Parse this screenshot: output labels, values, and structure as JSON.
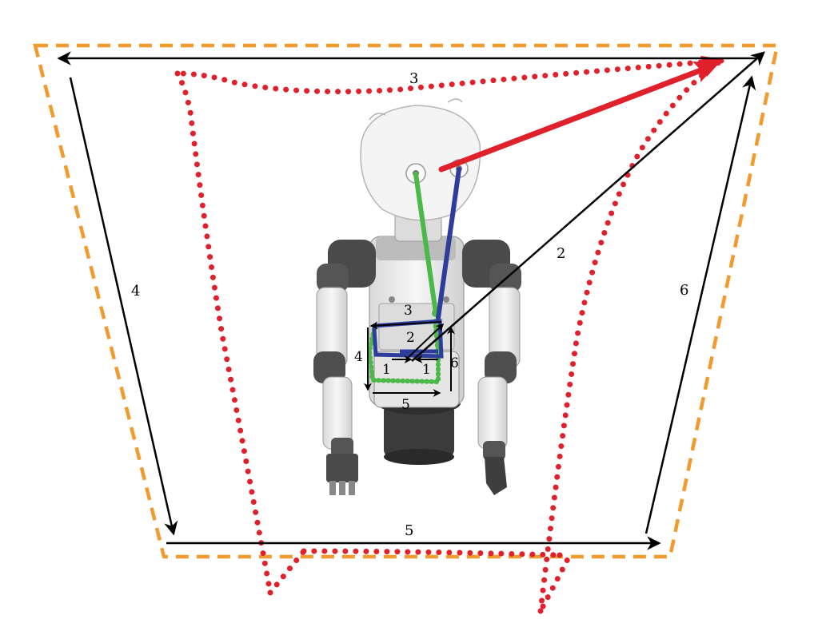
{
  "figure": {
    "outer_step_labels": [
      "3",
      "2",
      "4",
      "6",
      "5"
    ],
    "inner_step_labels": [
      "3",
      "2",
      "4",
      "1",
      "1",
      "6",
      "5"
    ]
  },
  "colors": {
    "workspace_boundary": "#f29a2e",
    "head_trajectory": "#e0202a",
    "gaze_arrow": "#e0202a",
    "left_eye_ray": "#4cb84a",
    "right_eye_ray": "#2c3e9a",
    "motion_arrows": "#000000",
    "robot_body": "#e8e8e8",
    "robot_joints": "#4a4a4a"
  }
}
